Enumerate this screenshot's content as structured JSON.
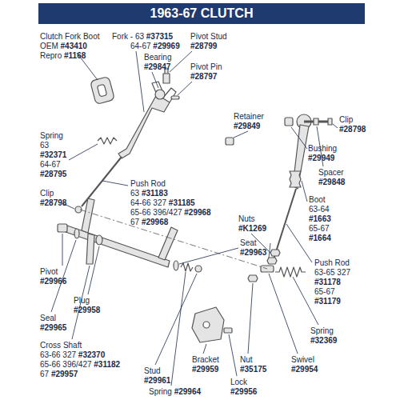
{
  "diagram": {
    "title": "1963-67 CLUTCH",
    "labels": [
      "Clutch Fork Boot",
      "OEM #43410",
      "Repro #1168",
      "Fork - 63 #37315",
      "64-67 #29969",
      "Pivot Stud",
      "#28799",
      "Bearing",
      "#29847",
      "Pivot Pin",
      "#28797",
      "Retainer",
      "#29849",
      "Clip",
      "#28798",
      "Bushing",
      "#29949",
      "Spacer",
      "#29848",
      "Spring",
      "63",
      "#32371",
      "64-67",
      "#28795",
      "Clip",
      "#28798",
      "Push Rod",
      "63 #31183",
      "64-66 327 #31185",
      "65-66 396/427 #29968",
      "67 #29968",
      "Boot",
      "63-64",
      "#1663",
      "65-67",
      "#1664",
      "Nuts",
      "#K1269",
      "Seat",
      "#29963",
      "Push Rod",
      "63-65 327",
      "#31178",
      "65-67",
      "#31179",
      "Pivot",
      "#29966",
      "Plug",
      "#29958",
      "Seal",
      "#29965",
      "Cross Shaft",
      "63-66 327 #32370",
      "65-66 396/427 #31182",
      "67 #29957",
      "Spring",
      "#32369",
      "Swivel",
      "#29954",
      "Nut",
      "#35175",
      "Bracket",
      "#29959",
      "Stud",
      "#29961",
      "Lock",
      "#29956",
      "Spring #29964"
    ]
  }
}
